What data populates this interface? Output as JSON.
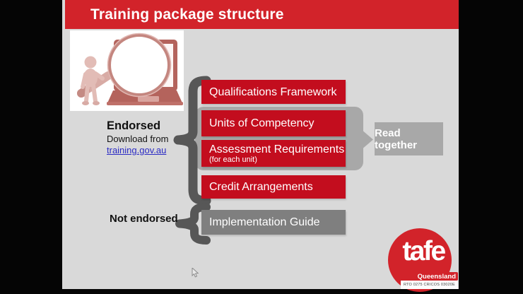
{
  "slide": {
    "title": "Training package structure"
  },
  "endorsed": {
    "label": "Endorsed",
    "download_text": "Download from",
    "link_text": "training.gov.au"
  },
  "not_endorsed": {
    "label": "Not endorsed"
  },
  "boxes": [
    {
      "label": "Qualifications Framework",
      "style": "red"
    },
    {
      "label": "Units of Competency",
      "style": "red"
    },
    {
      "label": "Assessment Requirements",
      "sublabel": "(for each unit)",
      "style": "red"
    },
    {
      "label": "Credit Arrangements",
      "style": "red"
    },
    {
      "label": "Implementation Guide",
      "style": "gray"
    }
  ],
  "read_together": {
    "label": "Read together"
  },
  "logo": {
    "brand": "tafe",
    "region": "Queensland",
    "codes": "RTO 0275 CRICOS 03020E"
  },
  "icons": {
    "image": "person-with-magnifying-glass-and-laptop",
    "braces": "left-curly-brace"
  },
  "colors": {
    "banner_red": "#d2232a",
    "box_red": "#c30d1e",
    "slide_bg": "#d9d9d9",
    "group_gray": "#a8a8a8",
    "implementation_gray": "#7f7f7f",
    "brace_gray": "#575757",
    "link_blue": "#2b2bc4",
    "logo_red": "#d2232a"
  }
}
